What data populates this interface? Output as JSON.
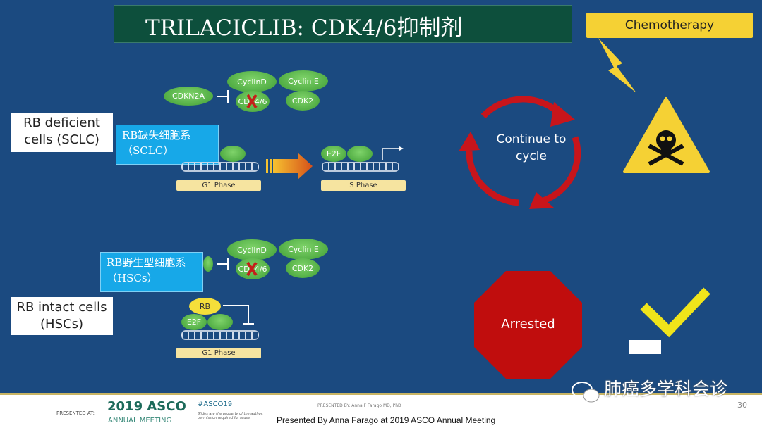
{
  "title": "TRILACICLIB: CDK4/6抑制剂",
  "chemo_label": "Chemotherapy",
  "top": {
    "cell_label": "RB deficient cells (SCLC)",
    "cn_label": "RB缺失细胞系（SCLC）",
    "cdkn2a": "CDKN2A",
    "cyclind": "CyclinD",
    "cdk46": "CDK4/6",
    "cycline": "Cyclin E",
    "cdk2": "CDK2",
    "e2f": "E2F",
    "g1": "G1 Phase",
    "s": "S Phase"
  },
  "bottom": {
    "cell_label": "RB intact cells (HSCs)",
    "cn_label": "RB野生型细胞系（HSCs）",
    "cyclind": "CyclinD",
    "cdk46": "CDK4/6",
    "cycline": "Cyclin E",
    "cdk2": "CDK2",
    "rb": "RB",
    "e2f": "E2F",
    "g1": "G1 Phase"
  },
  "continue_label": "Continue to cycle",
  "arrested_label": "Arrested",
  "footer": {
    "presented_at": "PRESENTED AT:",
    "asco": "2019 ASCO",
    "meeting": "ANNUAL MEETING",
    "hashtag": "#ASCO19",
    "notice": "Slides are the property of the author, permission required for reuse.",
    "presented_by": "PRESENTED BY: Anna F Farago MD, PhD",
    "caption": "Presented By Anna Farago at 2019 ASCO Annual Meeting",
    "watermark": "肺癌多学科会诊",
    "page": "30"
  }
}
